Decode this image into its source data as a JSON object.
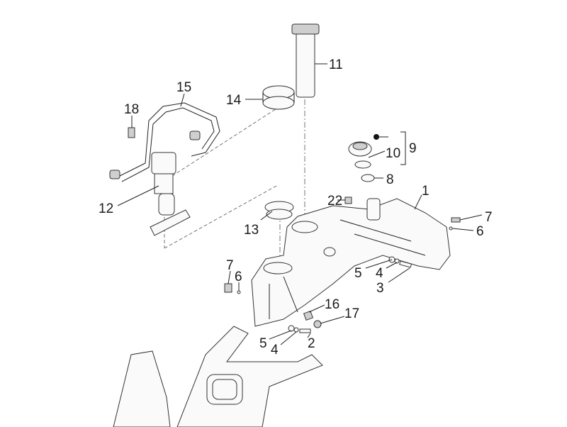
{
  "diagram": {
    "callouts": {
      "c1": "1",
      "c2": "2",
      "c3": "3",
      "c4a": "4",
      "c4b": "4",
      "c5a": "5",
      "c5b": "5",
      "c6a": "6",
      "c6b": "6",
      "c7a": "7",
      "c7b": "7",
      "c8": "8",
      "c9": "9",
      "c10": "10",
      "c11": "11",
      "c12": "12",
      "c13": "13",
      "c14": "14",
      "c15": "15",
      "c16": "16",
      "c17": "17",
      "c18": "18",
      "c22": "22"
    },
    "colors": {
      "line": "#333333",
      "background": "#ffffff"
    }
  }
}
